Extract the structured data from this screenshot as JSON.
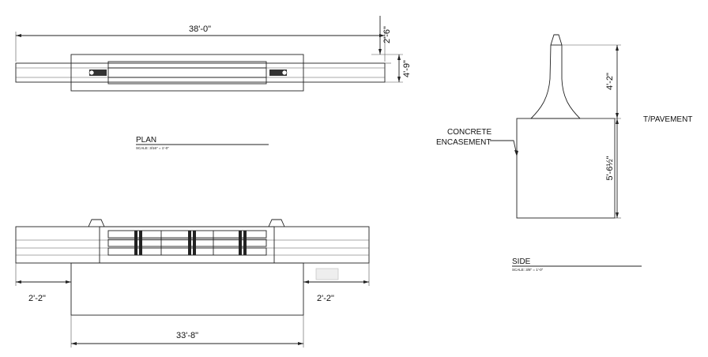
{
  "plan": {
    "overall_length": "38'-0\"",
    "side_offset": "2'-6\"",
    "width": "4'-9\"",
    "title": "PLAN",
    "scale": "SCALE: 3/16\" = 1'-0\""
  },
  "elevation": {
    "left_offset": "2'-2\"",
    "right_offset": "2'-2\"",
    "base_length": "33'-8\""
  },
  "side": {
    "top_height": "4'-2\"",
    "bottom_height": "5'-6½\"",
    "pavement_label": "T/PAVEMENT",
    "encasement_label_line1": "CONCRETE",
    "encasement_label_line2": "ENCASEMENT",
    "title": "SIDE",
    "scale": "SCALE: 3/8\" = 1'-0\""
  }
}
